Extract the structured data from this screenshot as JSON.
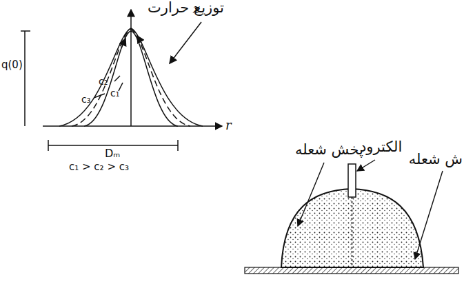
{
  "diagram": {
    "labels": [
      "توزیع حرارت",
      "z",
      "q(0)",
      "r",
      "c₂",
      "c₃",
      "c₁",
      "Dₘ",
      "c₁ > c₂ > c₃",
      "پخش شعله",
      "الکترود",
      "ش شعله"
    ]
  }
}
